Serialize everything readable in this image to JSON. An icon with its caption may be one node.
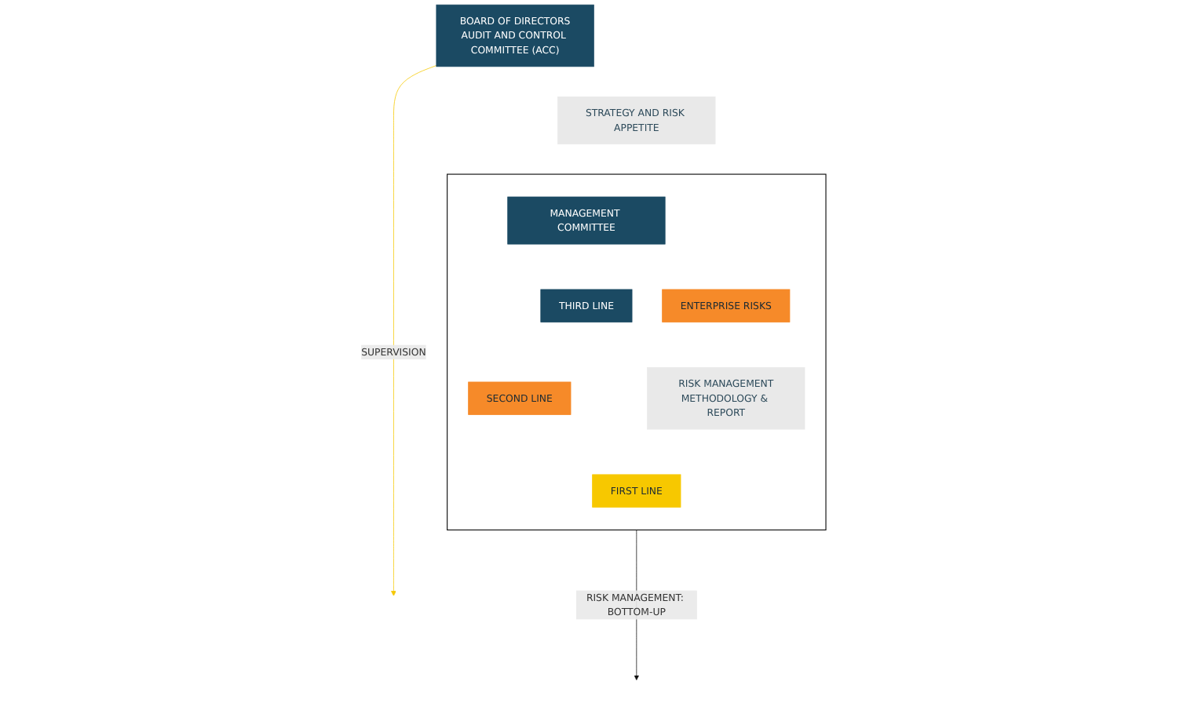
{
  "diagram": {
    "nodes": [
      {
        "text": [
          "BOARD OF DIRECTORS",
          "AUDIT AND CONTROL COMMITTEE (ACC)"
        ]
      },
      {
        "text": [
          "STRATEGY AND RISK APPETITE"
        ]
      },
      {
        "text": [],
        "shape": "box"
      },
      {
        "text": [
          "MANAGEMENT COMMITTEE"
        ],
        "in": 2
      },
      {
        "text": [
          "SECOND LINE"
        ],
        "in": 2
      },
      {
        "text": [
          "ENTERPRISE RISKS"
        ],
        "in": 2
      },
      {
        "text": [
          "RISK MANAGEMENT",
          "METHODOLOGY & REPORT"
        ],
        "in": 2
      },
      {
        "text": [
          "THIRD LINE"
        ],
        "in": 2
      },
      {
        "text": [
          "FIRST LINE"
        ],
        "in": 2
      }
    ],
    "edges": [
      {
        "from": 0,
        "to": null,
        "arrow": "to",
        "label": "SUPERVISION",
        "color": "#f6c800"
      },
      {
        "from": 2,
        "to": null,
        "arrow": "to",
        "label": "RISK MANAGEMENT: BOTTOM-UP",
        "color": "#111111"
      }
    ]
  }
}
